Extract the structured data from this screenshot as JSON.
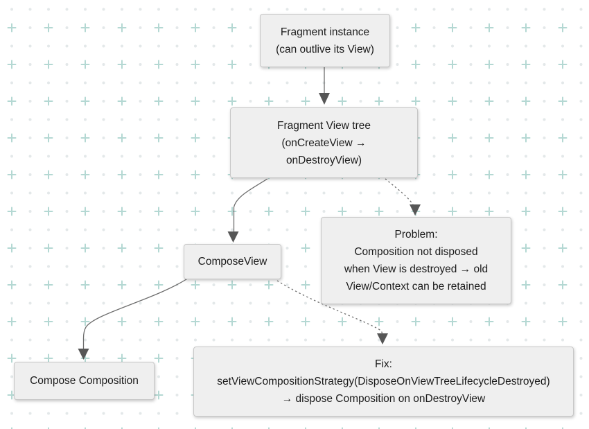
{
  "theme": {
    "canvas_bg": "#ffffff",
    "box_fill": "#efefef",
    "box_border": "#c7c7c7",
    "text_color": "#1b1b1b",
    "arrow_color": "#6e6e6e",
    "arrowhead_color": "#565656",
    "grid_plus_color": "#b4d8d3",
    "grid_dot_color": "#e3e8e9"
  },
  "nodes": {
    "fragment_instance": {
      "lines": [
        "Fragment instance",
        "(can outlive its View)"
      ]
    },
    "fragment_view_tree": {
      "lines": [
        "Fragment View tree",
        "(onCreateView →",
        "onDestroyView)"
      ]
    },
    "compose_view": {
      "lines": [
        "ComposeView"
      ]
    },
    "problem": {
      "lines": [
        "Problem:",
        "Composition not disposed",
        "when View is destroyed → old",
        "View/Context can be retained"
      ]
    },
    "compose_composition": {
      "lines": [
        "Compose Composition"
      ]
    },
    "fix": {
      "lines": [
        "Fix:",
        "setViewCompositionStrategy(DisposeOnViewTreeLifecycleDestroyed)",
        "→ dispose Composition on onDestroyView"
      ]
    }
  },
  "edges": [
    {
      "name": "fragment-instance-to-view-tree",
      "style": "solid"
    },
    {
      "name": "view-tree-to-compose-view",
      "style": "solid"
    },
    {
      "name": "view-tree-to-problem",
      "style": "dashed"
    },
    {
      "name": "compose-view-to-composition",
      "style": "solid"
    },
    {
      "name": "compose-view-to-fix",
      "style": "dashed"
    }
  ]
}
